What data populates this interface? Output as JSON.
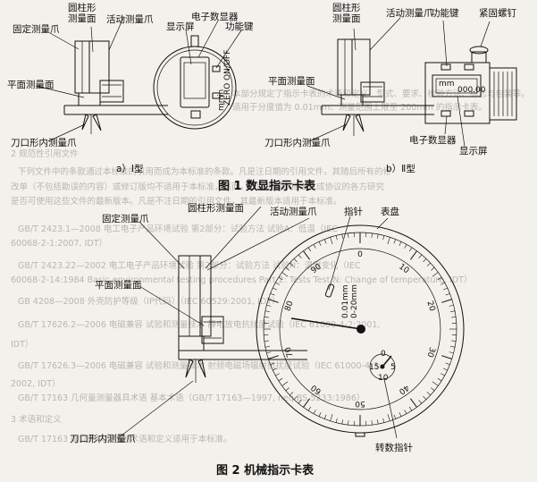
{
  "fig1": {
    "panel_a": {
      "labels": {
        "cylindrical_face": "圆柱形\n测量面",
        "movable_jaw": "活动测量爪",
        "fixed_jaw": "固定测量爪",
        "display_screen": "显示屏",
        "electronic_head": "电子数显器",
        "function_key": "功能键",
        "flat_face": "平面测量面",
        "knife_jaw": "刀口形内测量爪"
      },
      "display": {
        "zero_key": "ZERO",
        "onoff_key": "ON/OFF",
        "mm_key": "mm",
        "in_key": "in"
      },
      "sublabel": "a）Ⅰ型"
    },
    "panel_b": {
      "labels": {
        "cylindrical_face": "圆柱形\n测量面",
        "movable_jaw": "活动测量爪",
        "function_key": "功能键",
        "lock_screw": "紧固螺钉",
        "flat_face": "平面测量面",
        "knife_jaw": "刀口形内测量爪",
        "electronic_head": "电子数显器",
        "display_screen": "显示屏"
      },
      "display": {
        "unit": "mm",
        "reading": "000.00"
      },
      "sublabel": "b）Ⅱ型"
    },
    "caption": "图 1   数显指示卡表"
  },
  "fig2": {
    "labels": {
      "cylindrical_face": "圆柱形测量面",
      "fixed_jaw": "固定测量爪",
      "movable_jaw": "活动测量爪",
      "pointer": "指针",
      "dial": "表盘",
      "flat_face": "平面测量面",
      "knife_jaw": "刀口形内测量爪",
      "revolution_pointer": "转数指针"
    },
    "dial": {
      "numbers": [
        "0",
        "10",
        "20",
        "30",
        "40",
        "50",
        "60",
        "70",
        "80",
        "90"
      ],
      "resolution": "0.01mm",
      "range": "0-20mm",
      "small_dial_numbers": [
        "0",
        "5",
        "10",
        "15"
      ]
    },
    "caption": "图 2   机械指示卡表"
  },
  "bleed_text": [
    "本部分规定了指示卡表的术语和定义、型式、要求、检验方法、标志与包装等。",
    "适用于分度值为 0.01mm、测量范围上限至 200mm 的指示卡表。",
    "2  规范性引用文件",
    "下列文件中的条款通过本标准的引用而成为本标准的条款。凡是注日期的引用文件，其随后所有的修",
    "改单（不包括勘误的内容）或修订版均不适用于本标准，然而，鼓励根据本标准达成协议的各方研究",
    "是否可使用这些文件的最新版本。凡是不注日期的引用文件，其最新版本适用于本标准。",
    "GB/T 2423.1—2008  电工电子产品环境试验  第2部分：试验方法  试验A：低温（IEC",
    "60068-2-1:2007, IDT）",
    "GB/T 2423.22—2002  电工电子产品环境试验  第2部分：试验方法  试验N：温度变化（IEC",
    "60068-2-14:1984 Basic environmental testing procedures Part 2: Tests Test N: Change of temperature, IDT）",
    "GB 4208—2008  外壳防护等级（IP代码）（IEC 60529:2001, IDT）",
    "GB/T 17626.2—2006  电磁兼容  试验和测量技术  静电放电抗扰度试验（IEC 61000-4-2:2001,",
    "IDT）",
    "GB/T 17626.3—2006  电磁兼容  试验和测量技术  射频电磁场辐射抗扰度试验（IEC 61000-4-3:",
    "2002, IDT）",
    "GB/T 17163  几何量测量器具术语  基本术语（GB/T 17163—1997, neq BS 5233:1986）",
    "3  术语和定义",
    "GB/T 17163 确立的以及下列术语和定义适用于本标准。"
  ]
}
